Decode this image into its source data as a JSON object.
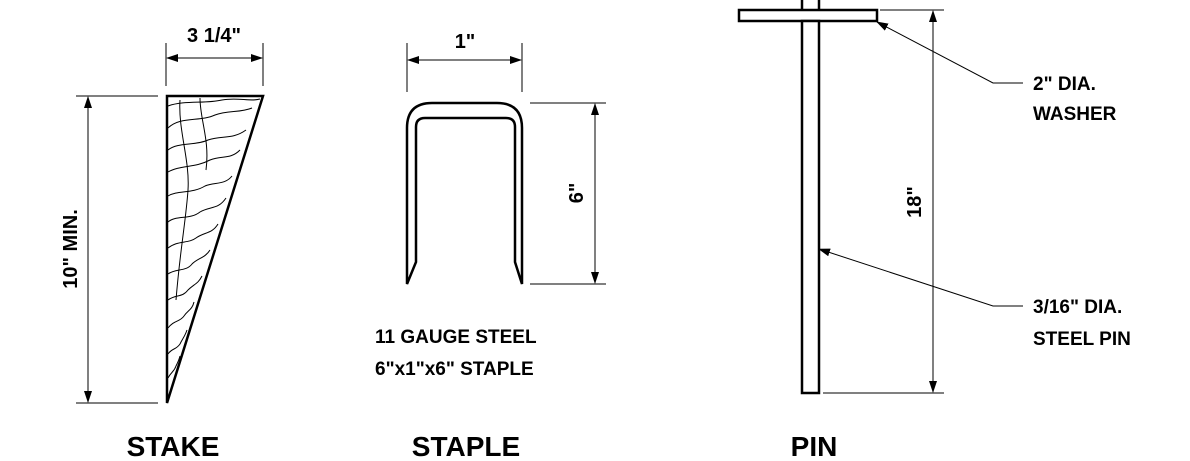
{
  "stake": {
    "width_label": "3 1/4\"",
    "length_label": "10\" MIN.",
    "caption": "STAKE"
  },
  "staple": {
    "width_label": "1\"",
    "leg_label": "6\"",
    "note_line1": "11 GAUGE STEEL",
    "note_line2": "6\"x1\"x6\" STAPLE",
    "caption": "STAPLE"
  },
  "pin": {
    "washer_label_line1": "2\" DIA.",
    "washer_label_line2": "WASHER",
    "length_label": "18\"",
    "pin_label_line1": "3/16\" DIA.",
    "pin_label_line2": "STEEL PIN",
    "caption": "PIN"
  }
}
